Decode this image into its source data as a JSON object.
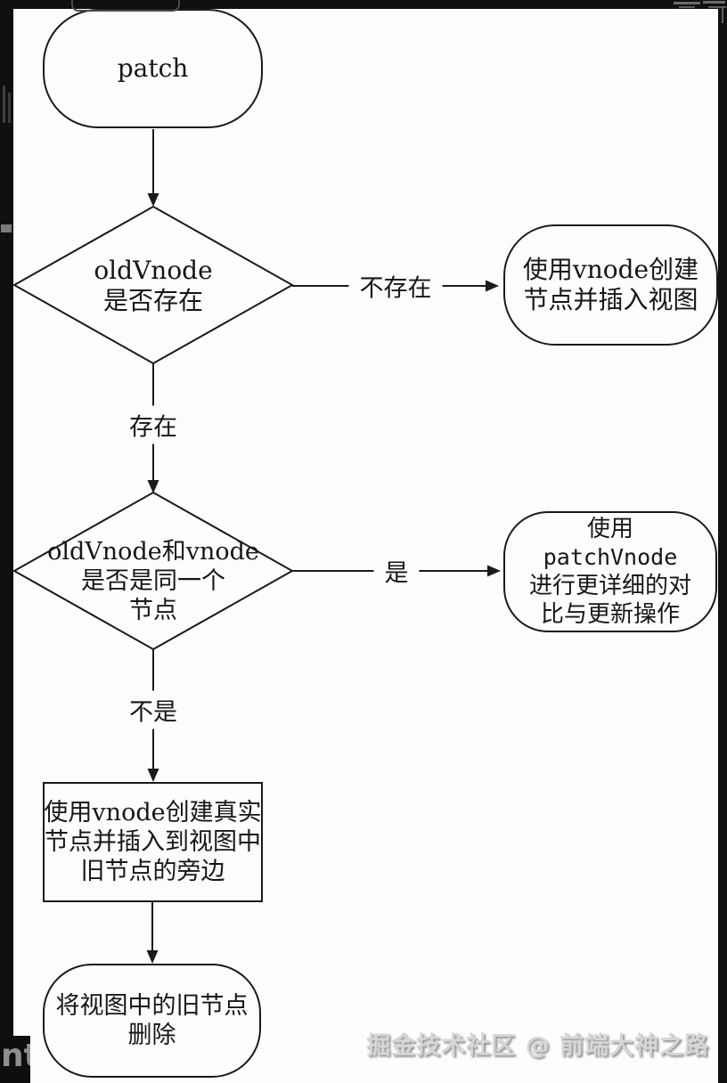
{
  "nodes": {
    "start": {
      "label": "patch"
    },
    "decision_exist": {
      "lines": [
        "oldVnode",
        "是否存在"
      ]
    },
    "result_create": {
      "lines": [
        "使用vnode创建",
        "节点并插入视图"
      ]
    },
    "decision_same": {
      "lines": [
        "oldVnode和vnode",
        "是否是同一个",
        "节点"
      ]
    },
    "result_patchvnode": {
      "lines": [
        "使用",
        "patchVnode",
        "进行更详细的对",
        "比与更新操作"
      ]
    },
    "process_insert": {
      "lines": [
        "使用vnode创建真实",
        "节点并插入到视图中",
        "旧节点的旁边"
      ]
    },
    "end_remove": {
      "lines": [
        "将视图中的旧节点",
        "删除"
      ]
    }
  },
  "edges": {
    "not_exist": "不存在",
    "exist": "存在",
    "yes": "是",
    "no": "不是"
  },
  "watermark": "掘金技术社区 @ 前端大神之路",
  "artifacts": {
    "bottom_left_fragment": "nt"
  },
  "colors": {
    "frame": "#101010",
    "paper": "#fdfdfd",
    "ink": "#1a1a1a",
    "watermark_gray": "#d6d6d6"
  }
}
